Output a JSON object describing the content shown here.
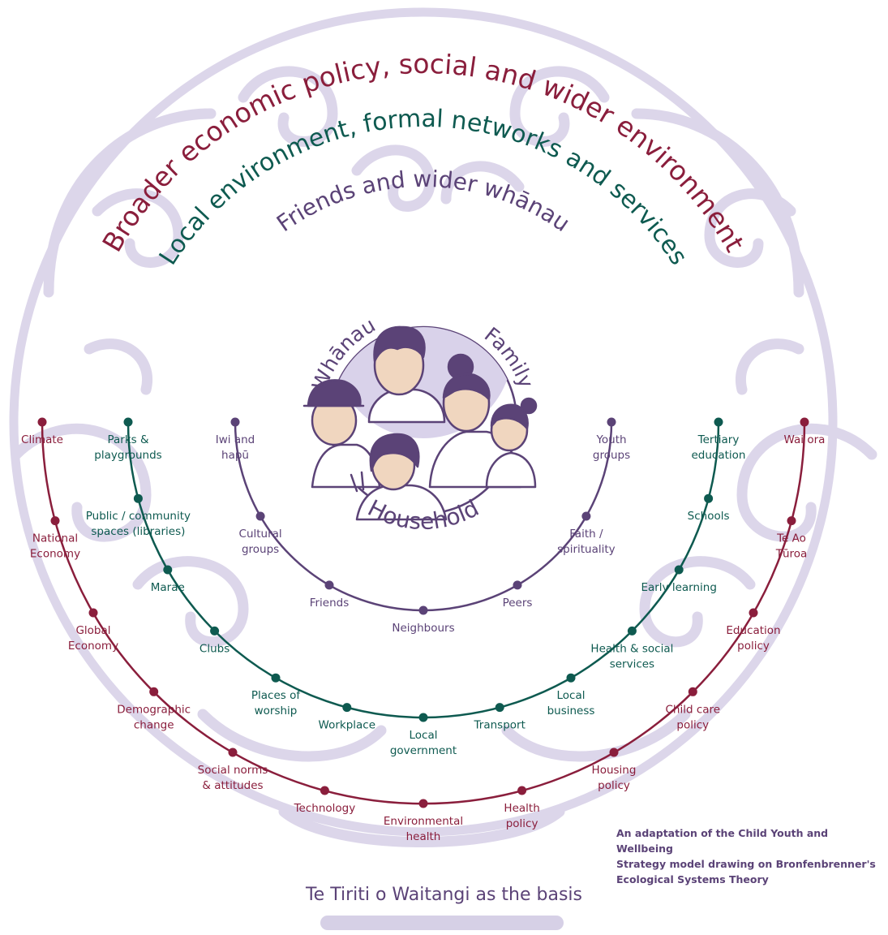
{
  "colors": {
    "outer": "#8a1e3c",
    "local": "#0e5a50",
    "friends": "#5b4377",
    "motif": "#dcd6ea",
    "family_fill": "#d9d2ea",
    "skin": "#f0d6bf"
  },
  "rings": {
    "outer_title": "Broader economic policy, social and wider environment",
    "local_title": "Local environment, formal networks and services",
    "friends_title": "Friends and wider whānau",
    "center_left": "Whānau",
    "center_right": "Family",
    "center_bottom": "Household"
  },
  "outer_items": [
    [
      "Climate"
    ],
    [
      "National",
      "Economy"
    ],
    [
      "Global",
      "Economy"
    ],
    [
      "Demographic",
      "change"
    ],
    [
      "Social norms",
      "& attitudes"
    ],
    [
      "Technology"
    ],
    [
      "Environmental",
      "health"
    ],
    [
      "Health",
      "policy"
    ],
    [
      "Housing",
      "policy"
    ],
    [
      "Child care",
      "policy"
    ],
    [
      "Education",
      "policy"
    ],
    [
      "Te Ao",
      "Tūroa"
    ],
    [
      "Wai ora"
    ]
  ],
  "local_items": [
    [
      "Parks &",
      "playgrounds"
    ],
    [
      "Public / community",
      "spaces (libraries)"
    ],
    [
      "Marae"
    ],
    [
      "Clubs"
    ],
    [
      "Places of",
      "worship"
    ],
    [
      "Workplace"
    ],
    [
      "Local",
      "government"
    ],
    [
      "Transport"
    ],
    [
      "Local",
      "business"
    ],
    [
      "Health & social",
      "services"
    ],
    [
      "Early learning"
    ],
    [
      "Schools"
    ],
    [
      "Tertiary",
      "education"
    ]
  ],
  "friends_items": [
    [
      "Iwi and",
      "hapū"
    ],
    [
      "Cultural",
      "groups"
    ],
    [
      "Friends"
    ],
    [
      "Neighbours"
    ],
    [
      "Peers"
    ],
    [
      "Faith /",
      "spirituality"
    ],
    [
      "Youth",
      "groups"
    ]
  ],
  "credit": [
    "An adaptation of the Child Youth and Wellbeing",
    "Strategy model drawing on Bronfenbrenner's",
    "Ecological Systems Theory"
  ],
  "footer": "Te Tiriti o Waitangi as the basis"
}
